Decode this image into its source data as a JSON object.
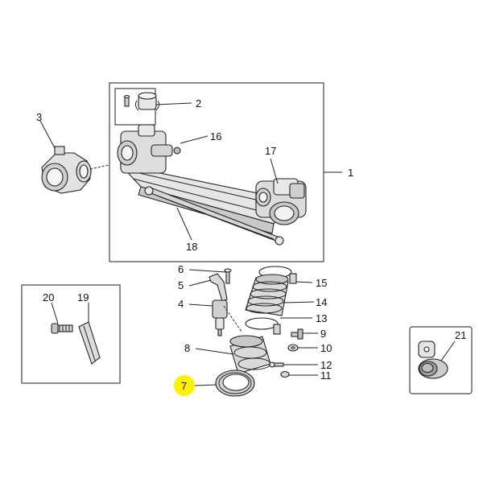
{
  "callouts": {
    "c1": "1",
    "c2": "2",
    "c3": "3",
    "c4": "4",
    "c5": "5",
    "c6": "6",
    "c7": "7",
    "c8": "8",
    "c9": "9",
    "c10": "10",
    "c11": "11",
    "c12": "12",
    "c13": "13",
    "c14": "14",
    "c15": "15",
    "c16": "16",
    "c17": "17",
    "c18": "18",
    "c19": "19",
    "c20": "20",
    "c21": "21"
  },
  "highlight": {
    "selected_callout": "7",
    "color": "#fff200"
  },
  "colors": {
    "line": "#222222",
    "part_fill": "#e6e6e6",
    "part_dark": "#bdbdbd",
    "frame": "#444444"
  }
}
